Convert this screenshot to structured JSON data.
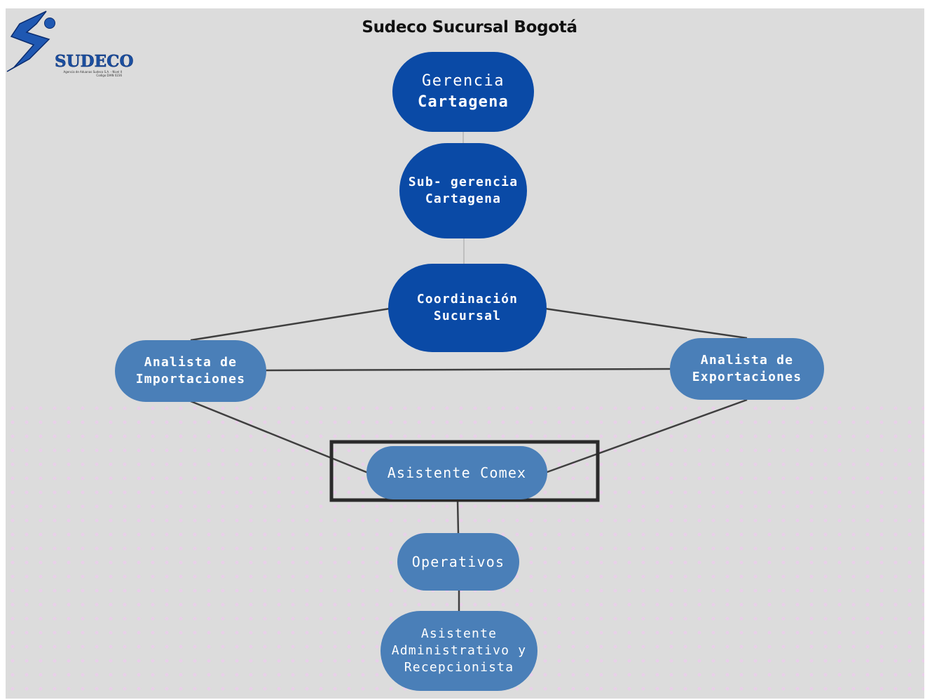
{
  "title": "Sudeco Sucursal Bogotá",
  "logo": {
    "brand": "SUDECO",
    "fine_print_1": "Agencia de Aduanas Sudeco S.A. - Nivel II",
    "fine_print_2": "Codigo DIAN 0236"
  },
  "colors": {
    "dark_node": "#0a4aa6",
    "light_node": "#4a7fb8",
    "background": "#dcdcdc",
    "highlight_box": "#2a2a2a"
  },
  "nodes": {
    "gerencia": {
      "line1": "Gerencia",
      "line2": "Cartagena"
    },
    "subgerencia": {
      "line1": "Sub- gerencia",
      "line2": "Cartagena"
    },
    "coordinacion": {
      "line1": "Coordinación",
      "line2": "Sucursal"
    },
    "importaciones": {
      "line1": "Analista de",
      "line2": "Importaciones"
    },
    "exportaciones": {
      "line1": "Analista de",
      "line2": "Exportaciones"
    },
    "asistente_comex": {
      "line1": "Asistente Comex"
    },
    "operativos": {
      "line1": "Operativos"
    },
    "asistente_admin": {
      "line1": "Asistente",
      "line2": "Administrativo y",
      "line3": "Recepcionista"
    }
  },
  "highlighted_node": "Asistente Comex"
}
